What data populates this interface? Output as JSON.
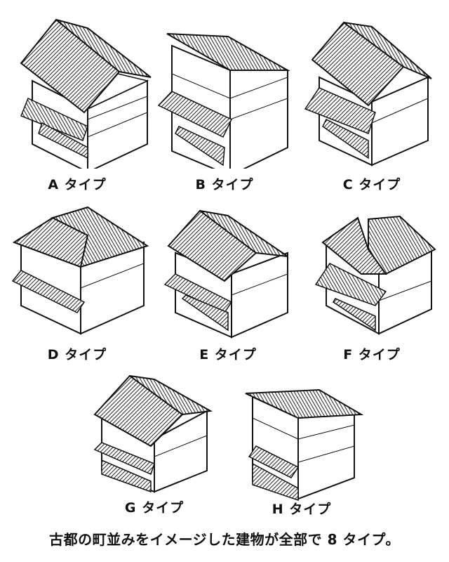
{
  "types": [
    {
      "id": "A",
      "label": "A タイプ",
      "roof": "gable",
      "stories": 3
    },
    {
      "id": "B",
      "label": "B タイプ",
      "roof": "shed",
      "stories": 3
    },
    {
      "id": "C",
      "label": "C タイプ",
      "roof": "gable",
      "stories": 3
    },
    {
      "id": "D",
      "label": "D タイプ",
      "roof": "hip",
      "stories": 3
    },
    {
      "id": "E",
      "label": "E タイプ",
      "roof": "gable",
      "stories": 3
    },
    {
      "id": "F",
      "label": "F タイプ",
      "roof": "hip-cross",
      "stories": 3
    },
    {
      "id": "G",
      "label": "G タイプ",
      "roof": "gable",
      "stories": 3
    },
    {
      "id": "H",
      "label": "H タイプ",
      "roof": "shed",
      "stories": 3
    }
  ],
  "caption": "古都の町並みをイメージした建物が全部で 8 タイプ。",
  "colors": {
    "line": "#111111",
    "hatch": "#6a6a6a",
    "wall": "#ffffff"
  }
}
